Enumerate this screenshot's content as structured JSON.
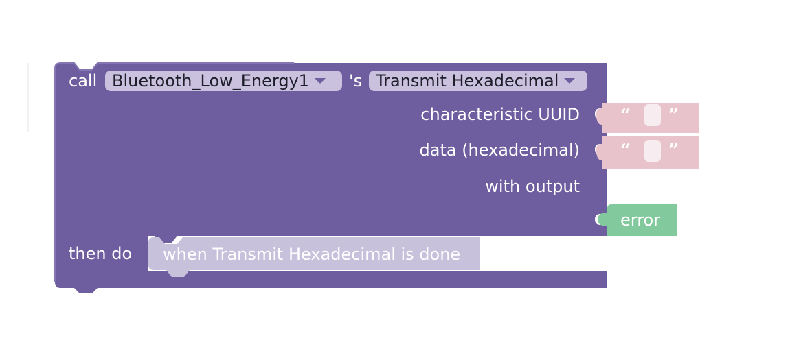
{
  "colors": {
    "procedure_block": "#6e5e9f",
    "procedure_block_dark": "#5b4d8a",
    "dropdown_field": "#c9c1de",
    "text_input_block": "#e9c3cb",
    "text_input_field": "#f7ecef",
    "error_block": "#82c99d",
    "event_block": "#c7c1dc"
  },
  "call_block": {
    "call_label": "call",
    "component_dropdown": "Bluetooth_Low_Energy1",
    "possessive_label": "'s",
    "method_dropdown": "Transmit Hexadecimal",
    "params": [
      {
        "label": "characteristic UUID",
        "input_type": "text-string",
        "value": ""
      },
      {
        "label": "data (hexadecimal)",
        "input_type": "text-string",
        "value": ""
      }
    ],
    "with_output_label": "with output",
    "error_label": "error",
    "then_do_label": "then do",
    "done_event_label": "when Transmit Hexadecimal is done"
  }
}
